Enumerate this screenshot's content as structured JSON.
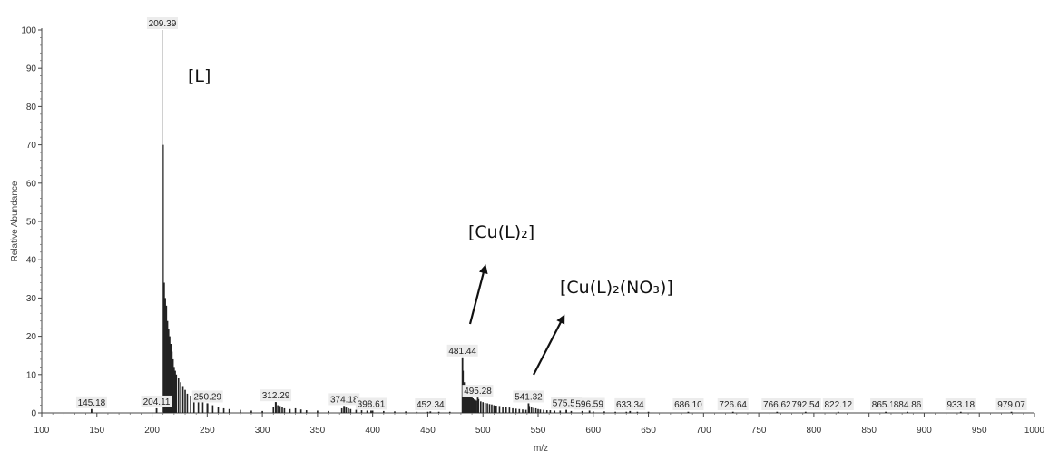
{
  "chart_data": {
    "type": "bar",
    "xlabel": "m/z",
    "ylabel": "Relative Abundance",
    "xlim": [
      100,
      1000
    ],
    "ylim": [
      0,
      100
    ],
    "x_ticks": [
      100,
      150,
      200,
      250,
      300,
      350,
      400,
      450,
      500,
      550,
      600,
      650,
      700,
      750,
      800,
      850,
      900,
      950,
      1000
    ],
    "y_ticks": [
      0,
      10,
      20,
      30,
      40,
      50,
      60,
      70,
      80,
      90,
      100
    ],
    "peak_labels": [
      {
        "x": 145.18,
        "y": 1.0,
        "label": "145.18"
      },
      {
        "x": 204.11,
        "y": 1.2,
        "label": "204.11"
      },
      {
        "x": 209.39,
        "y": 100,
        "label": "209.39"
      },
      {
        "x": 250.29,
        "y": 2.5,
        "label": "250.29"
      },
      {
        "x": 312.29,
        "y": 2.8,
        "label": "312.29"
      },
      {
        "x": 374.18,
        "y": 1.8,
        "label": "374.18"
      },
      {
        "x": 398.61,
        "y": 0.6,
        "label": "398.61"
      },
      {
        "x": 452.34,
        "y": 0.4,
        "label": "452.34"
      },
      {
        "x": 481.44,
        "y": 14.5,
        "label": "481.44"
      },
      {
        "x": 495.28,
        "y": 4.0,
        "label": "495.28"
      },
      {
        "x": 541.32,
        "y": 2.5,
        "label": "541.32"
      },
      {
        "x": 575.59,
        "y": 0.8,
        "label": "575.59"
      },
      {
        "x": 596.59,
        "y": 0.6,
        "label": "596.59"
      },
      {
        "x": 633.34,
        "y": 0.5,
        "label": "633.34"
      },
      {
        "x": 686.1,
        "y": 0.3,
        "label": "686.10"
      },
      {
        "x": 726.64,
        "y": 0.3,
        "label": "726.64"
      },
      {
        "x": 766.62,
        "y": 0.3,
        "label": "766.62"
      },
      {
        "x": 792.54,
        "y": 0.3,
        "label": "792.54"
      },
      {
        "x": 822.12,
        "y": 0.3,
        "label": "822.12"
      },
      {
        "x": 865.16,
        "y": 0.3,
        "label": "865.16"
      },
      {
        "x": 884.86,
        "y": 0.3,
        "label": "884.86"
      },
      {
        "x": 933.18,
        "y": 0.3,
        "label": "933.18"
      },
      {
        "x": 979.07,
        "y": 0.3,
        "label": "979.07"
      }
    ],
    "clusters": [
      {
        "x": [
          210,
          211,
          212,
          213,
          214,
          215,
          216,
          217,
          218,
          219,
          220,
          221,
          222,
          224,
          226,
          228,
          230,
          232,
          235,
          238,
          242,
          246,
          250,
          255,
          260,
          265,
          270,
          280,
          290,
          300
        ],
        "y": [
          70,
          34,
          30,
          28,
          24,
          22,
          20,
          18,
          16,
          14,
          12,
          11,
          10,
          9,
          8,
          7,
          6,
          5,
          4.5,
          4,
          3.5,
          3,
          2.5,
          2,
          1.5,
          1.2,
          1,
          0.8,
          0.6,
          0.5
        ]
      },
      {
        "x": [
          310,
          312,
          314,
          316,
          318,
          320,
          325,
          330,
          335,
          340,
          350,
          360
        ],
        "y": [
          1.5,
          2.8,
          2.0,
          1.8,
          1.5,
          1.2,
          1.0,
          1.2,
          0.9,
          0.7,
          0.6,
          0.5
        ]
      },
      {
        "x": [
          372,
          374,
          376,
          378,
          380,
          385,
          390,
          395,
          400,
          410,
          420,
          430,
          440,
          450,
          460,
          470
        ],
        "y": [
          1.2,
          1.8,
          1.4,
          1.2,
          1.0,
          0.8,
          0.7,
          0.6,
          0.6,
          0.5,
          0.4,
          0.4,
          0.3,
          0.3,
          0.3,
          0.3
        ]
      },
      {
        "x": [
          482,
          483,
          484,
          485,
          486,
          487,
          488,
          489,
          490,
          491,
          492,
          493,
          494,
          496,
          498,
          500,
          502,
          504,
          506,
          508,
          510,
          512,
          515,
          518,
          521,
          524,
          527,
          530,
          533,
          536,
          539
        ],
        "y": [
          11,
          8,
          6,
          5.5,
          5,
          5,
          4.5,
          4.2,
          4,
          3.8,
          3.5,
          3.4,
          3.2,
          3.6,
          3,
          2.8,
          2.6,
          2.5,
          2.3,
          2.2,
          2,
          1.9,
          1.8,
          1.6,
          1.5,
          1.4,
          1.2,
          1.1,
          1,
          0.9,
          0.8
        ]
      },
      {
        "x": [
          542,
          544,
          546,
          548,
          550,
          552,
          555,
          558,
          561,
          565,
          570,
          580,
          590,
          600,
          610,
          620,
          630,
          640,
          650
        ],
        "y": [
          1.8,
          1.5,
          1.3,
          1.2,
          1.0,
          0.9,
          0.8,
          0.7,
          0.7,
          0.6,
          0.6,
          0.5,
          0.5,
          0.4,
          0.4,
          0.3,
          0.3,
          0.3,
          0.3
        ]
      }
    ],
    "annotations": [
      {
        "text": "[L]"
      },
      {
        "text": "[Cu(L)₂]"
      },
      {
        "text": "[Cu(L)₂(NO₃)]"
      }
    ]
  }
}
